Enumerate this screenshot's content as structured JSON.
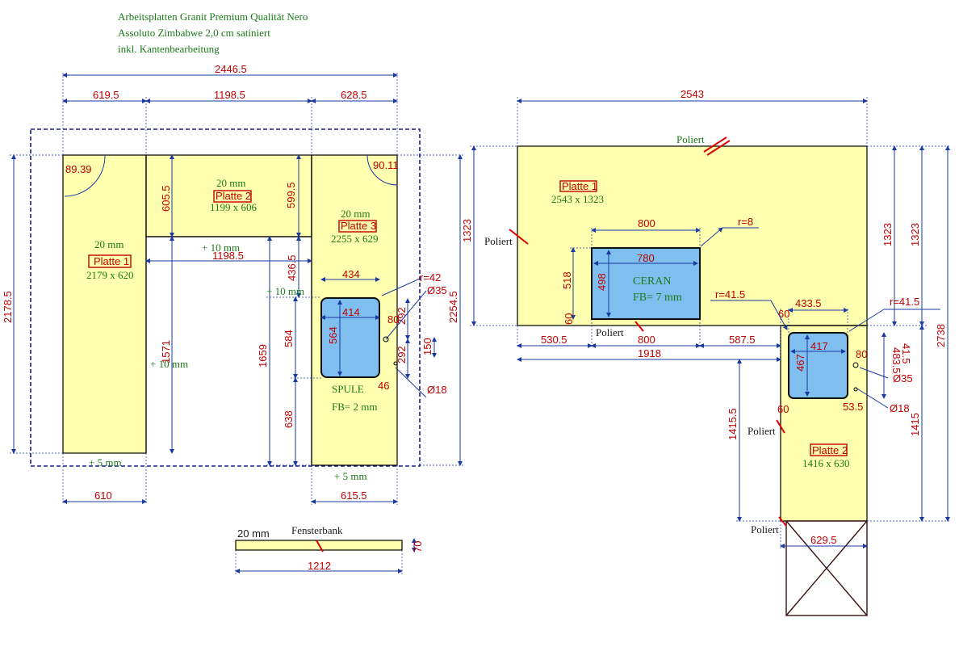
{
  "header": {
    "line1": "Arbeitsplatten Granit Premium Qualität Nero",
    "line2": "Assoluto Zimbabwe 2,0 cm satiniert",
    "line3": "inkl. Kantenbearbeitung"
  },
  "left_drawing": {
    "dims": {
      "total": "2446.5",
      "seg_a": "619.5",
      "seg_b": "1198.5",
      "seg_c": "628.5",
      "height_left": "2178.5",
      "inner_1571": "1571",
      "inner_605": "605.5",
      "inner_599": "599.5",
      "inner_1198": "1198.5",
      "inner_436": "436.5",
      "right_1659": "1659",
      "right_584": "584",
      "right_638": "638",
      "right_2254": "2254.5",
      "bottom_610": "610",
      "bottom_615": "615.5",
      "sink_434": "434",
      "sink_414": "414",
      "sink_564": "564",
      "sink_80": "80",
      "sink_292a": "292",
      "sink_292b": "292",
      "sink_150": "150",
      "sink_46": "46",
      "r42": "r=42",
      "d35": "Ø35",
      "d18": "Ø18",
      "angle1": "89.39",
      "angle2": "90.11"
    },
    "notes": {
      "plus10a": "+ 10 mm",
      "plus10b": "+ 10 mm",
      "plus10c": "+ 10 mm",
      "plus5a": "+ 5 mm",
      "plus5b": "+ 5 mm"
    },
    "plates": {
      "p1_thick": "20 mm",
      "p1_name": "Platte 1",
      "p1_size": "2179 x 620",
      "p2_thick": "20 mm",
      "p2_name": "Platte 2",
      "p2_size": "1199 x 606",
      "p3_thick": "20 mm",
      "p3_name": "Platte 3",
      "p3_size": "2255 x 629"
    },
    "sink_label": "SPULE",
    "sink_fb": "FB= 2 mm"
  },
  "window_sill": {
    "thick": "20 mm",
    "title": "Fensterbank",
    "length": "1212",
    "depth": "70"
  },
  "right_drawing": {
    "dims": {
      "total": "2543",
      "h1323a": "1323",
      "h1323b": "1323",
      "h1323c": "1323",
      "h2738": "2738",
      "c800top": "800",
      "c780": "780",
      "c518": "518",
      "c498": "498",
      "c60": "60",
      "r8": "r=8",
      "r415a": "r=41.5",
      "r415b": "r=41.5",
      "b530": "530.5",
      "b800": "800",
      "b587": "587.5",
      "b1918": "1918",
      "s60a": "60",
      "s4335": "433.5",
      "s417": "417",
      "s467": "467",
      "s80": "80",
      "s415": "41.5",
      "s4835": "483.5",
      "d35": "Ø35",
      "d18": "Ø18",
      "s60b": "60",
      "s535": "53.5",
      "v14155": "1415.5",
      "v1415": "1415",
      "b6295": "629.5"
    },
    "labels": {
      "poliert_top": "Poliert",
      "poliert_left": "Poliert",
      "poliert_mid": "Poliert",
      "poliert_side": "Poliert",
      "poliert_bottom": "Poliert"
    },
    "plates": {
      "p1_name": "Platte 1",
      "p1_size": "2543 x 1323",
      "p2_name": "Platte 2",
      "p2_size": "1416 x 630"
    },
    "ceran_label": "CERAN",
    "ceran_fb": "FB= 7 mm"
  },
  "colors": {
    "slab": "#ffffb0",
    "cutout": "#7fbfef",
    "dimension": "#c00000",
    "dimline": "#1a3aa0",
    "note": "#1a7a1a"
  }
}
